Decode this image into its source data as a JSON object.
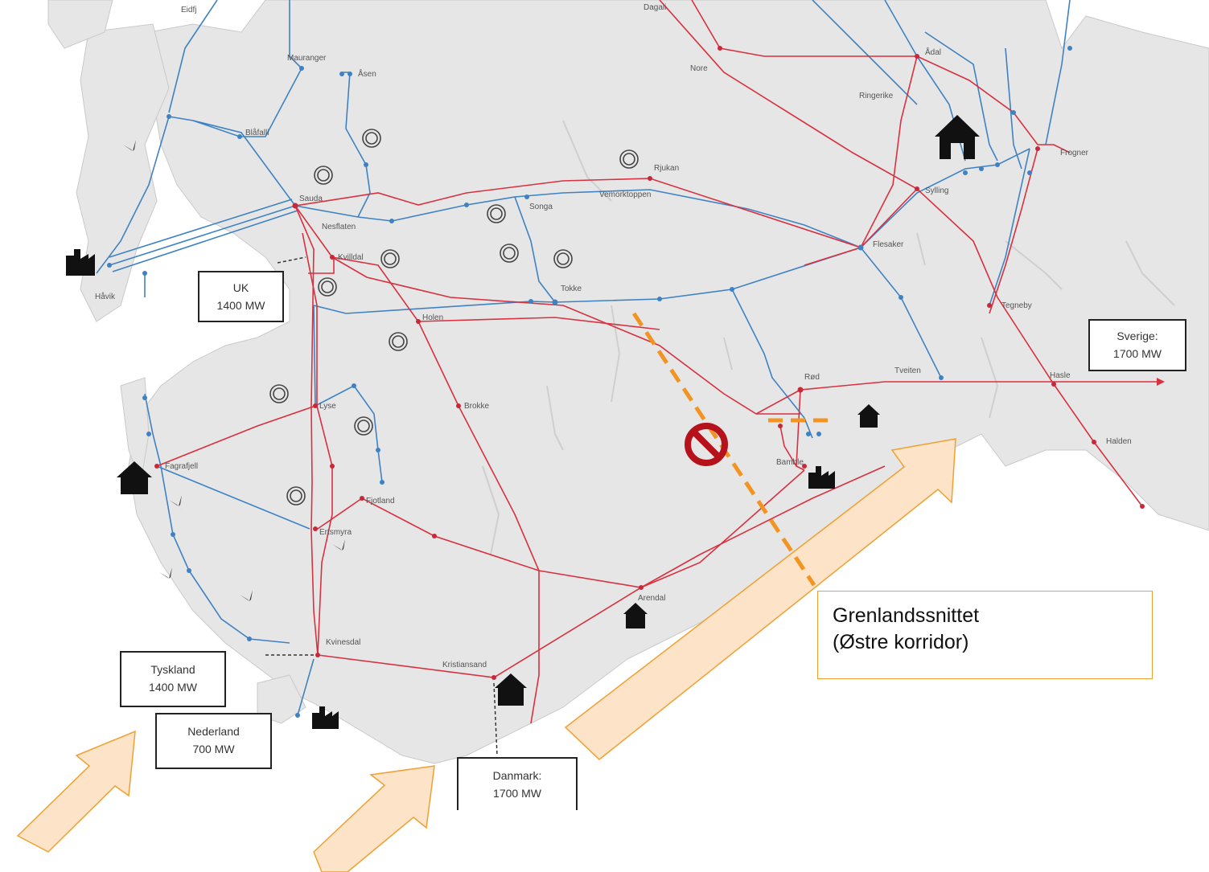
{
  "places": {
    "eidfjord": "Eidfj",
    "dagali": "Dagali",
    "mauranger": "Mauranger",
    "asen": "Åsen",
    "nore": "Nore",
    "adal": "Ådal",
    "ringerike": "Ringerike",
    "blafalli": "Blåfalli",
    "sauda": "Sauda",
    "rjukan": "Rjukan",
    "vemorktoppen": "Vemorktoppen",
    "songa": "Songa",
    "nesflaten": "Nesflaten",
    "kvilldal": "Kvilldal",
    "tokke": "Tokke",
    "frogner": "Frogner",
    "sylling": "Sylling",
    "flesaker": "Flesaker",
    "tegneby": "Tegneby",
    "hafsfjord": "Håvik",
    "holen": "Holen",
    "brokke": "Brokke",
    "lyse": "Lyse",
    "rod": "Rød",
    "tveiten": "Tveiten",
    "hasle": "Hasle",
    "halden": "Halden",
    "bamble": "Bamble",
    "fagrafjell": "Fagrafjell",
    "feda": "Fjotland",
    "ertsmyra": "Ertsmyra",
    "arendal": "Arendal",
    "kvinesdal": "Kvinesdal",
    "kristiansand": "Kristiansand"
  },
  "interconnectors": {
    "uk": [
      "UK",
      "1400 MW"
    ],
    "sverige": [
      "Sverige:",
      "1700 MW"
    ],
    "tyskland": [
      "Tyskland",
      "1400 MW"
    ],
    "nederland": [
      "Nederland",
      "700 MW"
    ],
    "danmark": [
      "Danmark:",
      "1700 MW"
    ]
  },
  "callout": {
    "line1": "Grenlandssnittet",
    "line2": "(Østre korridor)"
  },
  "colors": {
    "line_400kv": "#d8313f",
    "line_300kv": "#3f82c4",
    "land": "#e6e6e6",
    "arrow_fill": "#fde3c8",
    "arrow_stroke": "#f0a030",
    "cut_line": "#f29422",
    "no_sign": "#b5121b"
  },
  "icons": [
    "wind-turbine-icon",
    "hydro-plant-icon",
    "house-icon",
    "factory-icon",
    "no-entry-icon"
  ]
}
